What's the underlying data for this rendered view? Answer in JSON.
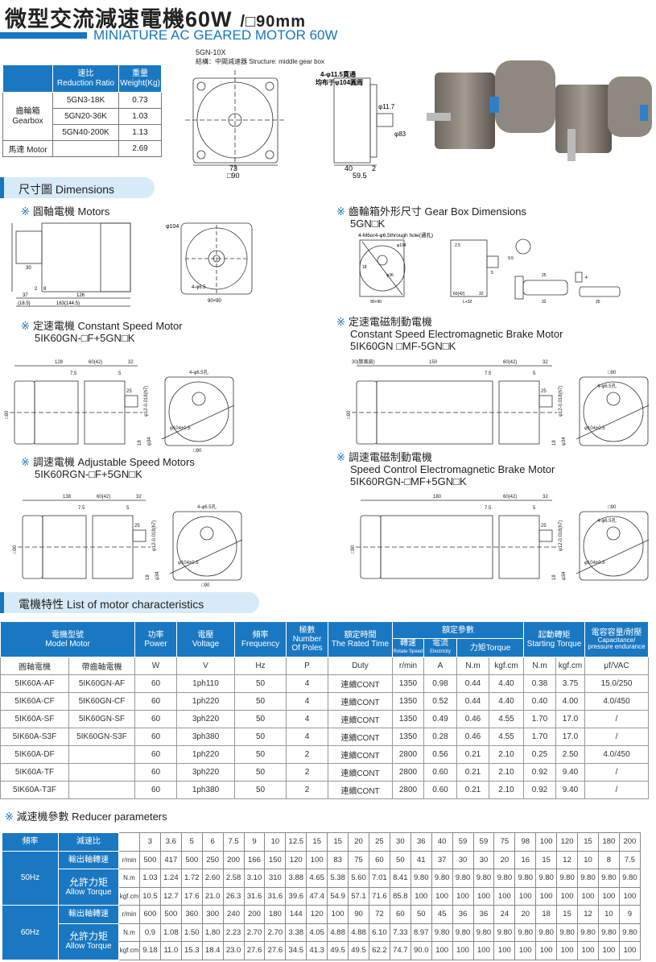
{
  "header": {
    "title": "微型交流減速電機60W",
    "size": "/□90mm",
    "subtitle": "MINIATURE AC GEARED MOTOR 60W"
  },
  "colors": {
    "brand": "#1676c0",
    "table_header": "#1a78c2",
    "section_bg": "#d6ebf7"
  },
  "ratio_table": {
    "headers": [
      {
        "zh": "速比",
        "en": "Reduction Ratio"
      },
      {
        "zh": "重量",
        "en": "Weight(Kg)"
      }
    ],
    "gearbox_label": {
      "zh": "齒輪箱",
      "en": "Gearbox"
    },
    "gearbox_rows": [
      {
        "model": "5GN3-18K",
        "weight": "0.73"
      },
      {
        "model": "5GN20-36K",
        "weight": "1.03"
      },
      {
        "model": "5GN40-200K",
        "weight": "1.13"
      }
    ],
    "motor_label": "馬達 Motor",
    "motor_weight": "2.69"
  },
  "top_drawing": {
    "model": "5GN-10X",
    "structure": "結構：中間減速器 Structure: middle gear box",
    "hole_note_1": "4-φ11.5貫通",
    "hole_note_2": "均布于φ104圓周",
    "dim_73": "73",
    "dim_sq90": "□90",
    "dim_11_7": "φ11.7",
    "dim_83": "φ83",
    "dim_40": "40",
    "dim_2": "2",
    "dim_59_5": "59.5"
  },
  "sections": {
    "dimensions": "尺寸圖 Dimensions",
    "characteristics": "電機特性  List of motor characteristics"
  },
  "drawings": {
    "motors": {
      "title": "圓軸電機 Motors",
      "dims": [
        "37",
        "126",
        "(18.5)",
        "163(144.5)",
        "30",
        "2",
        "8",
        "φ104",
        "4-φ6.5",
        "90×90"
      ]
    },
    "gearbox": {
      "title": "齒輪箱外形尺寸 Gear Box Dimensions",
      "model": "5GN□K",
      "dims": [
        "4-M6or4-φ6.5through hole(通孔)",
        "φ104",
        "φ36",
        "18",
        "2.5",
        "5",
        "60(42)",
        "32",
        "L+32",
        "90×90",
        "9.5",
        "25",
        "32",
        "25",
        "4"
      ]
    },
    "constant": {
      "title": "定速電機 Constant Speed Motor",
      "model": "5IK60GN-□F+5GN□K",
      "dims": [
        "128",
        "60(42)",
        "32",
        "7.5",
        "5",
        "25",
        "φ12-0.018(h7)",
        "18",
        "φ34",
        "□90",
        "4-φ6.5孔",
        "φ104±0.5",
        "□90"
      ]
    },
    "constant_brake": {
      "title": "定速電磁制動電機",
      "title_en": "Constant Speed Electromagnetic Brake Motor",
      "model": "5IK60GN □MF-5GN□K",
      "dims": [
        "30(散風扇)",
        "150",
        "60(42)",
        "32",
        "7.5",
        "5",
        "25",
        "φ12-0.018(h7)",
        "18",
        "φ34",
        "□90",
        "□90",
        "4-φ6.5孔",
        "φ104±0.5"
      ]
    },
    "adjustable": {
      "title": "調速電機 Adjustable Speed Motors",
      "model": "5IK60RGN-□F+5GN□K",
      "dims": [
        "138",
        "60(42)",
        "32",
        "7.5",
        "5",
        "25",
        "φ12-0.018(h7)",
        "18",
        "φ34",
        "□90",
        "4-φ6.5孔",
        "φ104±0.5",
        "□90"
      ]
    },
    "speed_brake": {
      "title": "調速電磁制動電機",
      "title_en": "Speed Control Electromagnetic Brake Motor",
      "model": "5IK60RGN-□MF+5GN□K",
      "dims": [
        "180",
        "60(42)",
        "32",
        "7.5",
        "5",
        "25",
        "φ12-0.018(h7)",
        "18",
        "φ34",
        "□90",
        "□90",
        "4-φ6.5孔",
        "φ104±0.5"
      ]
    }
  },
  "mark": "※",
  "char_table": {
    "h": {
      "model_zh": "電機型號",
      "model_en": "Model Motor",
      "power_zh": "功率",
      "power_en": "Power",
      "volt_zh": "電壓",
      "volt_en": "Voltage",
      "freq_zh": "頻率",
      "freq_en": "Frequency",
      "poles_zh": "極數",
      "poles_en1": "Number",
      "poles_en2": "Of Poles",
      "time_zh": "額定時間",
      "time_en": "The Rated Time",
      "rated": "額定參數",
      "speed_zh": "轉速",
      "speed_en": "Rotate Speed",
      "cur_zh": "電流",
      "cur_en": "Electricity",
      "torque": "力矩Torque",
      "start_zh": "起動轉矩",
      "start_en": "Starting Torque",
      "cap_zh": "電容容量/耐壓",
      "cap_en": "Capacitance/ pressure endurance"
    },
    "units": [
      "圓軸電機",
      "帶齒軸電機",
      "W",
      "V",
      "Hz",
      "P",
      "Duty",
      "r/min",
      "A",
      "N.m",
      "kgf.cm",
      "N.m",
      "kgf.cm",
      "μf/VAC"
    ],
    "rows": [
      [
        "5IK60A-AF",
        "5IK60GN-AF",
        "60",
        "1ph110",
        "50",
        "4",
        "連續CONT",
        "1350",
        "0.98",
        "0.44",
        "4.40",
        "0.38",
        "3.75",
        "15.0/250"
      ],
      [
        "5IK60A-CF",
        "5IK60GN-CF",
        "60",
        "1ph220",
        "50",
        "4",
        "連續CONT",
        "1350",
        "0.52",
        "0.44",
        "4.40",
        "0.40",
        "4.00",
        "4.0/450"
      ],
      [
        "5IK60A-SF",
        "5IK60GN-SF",
        "60",
        "3ph220",
        "50",
        "4",
        "連續CONT",
        "1350",
        "0.49",
        "0.46",
        "4.55",
        "1.70",
        "17.0",
        "/"
      ],
      [
        "5IK60A-S3F",
        "5IK60GN-S3F",
        "60",
        "3ph380",
        "50",
        "4",
        "連續CONT",
        "1350",
        "0.28",
        "0.46",
        "4.55",
        "1.70",
        "17.0",
        "/"
      ],
      [
        "5IK60A-DF",
        "",
        "60",
        "1ph220",
        "50",
        "2",
        "連續CONT",
        "2800",
        "0.56",
        "0.21",
        "2.10",
        "0.25",
        "2.50",
        "4.0/450"
      ],
      [
        "5IK60A-TF",
        "",
        "60",
        "3ph220",
        "50",
        "2",
        "連續CONT",
        "2800",
        "0.60",
        "0.21",
        "2.10",
        "0.92",
        "9.40",
        "/"
      ],
      [
        "5IK60A-T3F",
        "",
        "60",
        "1ph380",
        "50",
        "2",
        "連續CONT",
        "2800",
        "0.60",
        "0.21",
        "2.10",
        "0.92",
        "9.40",
        "/"
      ]
    ]
  },
  "reducer": {
    "title": "減速機參數 Reducer parameters",
    "freq_label": "頻率",
    "ratio_label": "減速比",
    "speed_label": "輸出軸轉速",
    "torque_zh": "允許力矩",
    "torque_en": "Allow Torque",
    "units": [
      "r/min",
      "N.m",
      "kgf.cm"
    ],
    "ratios": [
      "3",
      "3.6",
      "5",
      "6",
      "7.5",
      "9",
      "10",
      "12.5",
      "15",
      "15",
      "20",
      "25",
      "30",
      "36",
      "40",
      "59",
      "59",
      "75",
      "98",
      "100",
      "120",
      "15",
      "180",
      "200"
    ],
    "groups": [
      {
        "freq": "50Hz",
        "speed": [
          "500",
          "417",
          "500",
          "250",
          "200",
          "166",
          "150",
          "120",
          "100",
          "83",
          "75",
          "60",
          "50",
          "41",
          "37",
          "30",
          "30",
          "20",
          "16",
          "15",
          "12",
          "10",
          "8",
          "7.5"
        ],
        "nm": [
          "1.03",
          "1.24",
          "1.72",
          "2.60",
          "2.58",
          "3.10",
          "310",
          "3.88",
          "4.65",
          "5.38",
          "5.60",
          "7.01",
          "8.41",
          "9.80",
          "9.80",
          "9.80",
          "9.80",
          "9.80",
          "9.80",
          "9.80",
          "9.80",
          "9.80",
          "9.80",
          "9.80"
        ],
        "kgf": [
          "10.5",
          "12.7",
          "17.6",
          "21.0",
          "26.3",
          "31.6",
          "31.6",
          "39.6",
          "47.4",
          "54.9",
          "57.1",
          "71.6",
          "85.8",
          "100",
          "100",
          "100",
          "100",
          "100",
          "100",
          "100",
          "100",
          "100",
          "100",
          "100"
        ]
      },
      {
        "freq": "60Hz",
        "speed": [
          "600",
          "500",
          "360",
          "300",
          "240",
          "200",
          "180",
          "144",
          "120",
          "100",
          "90",
          "72",
          "60",
          "50",
          "45",
          "36",
          "36",
          "24",
          "20",
          "18",
          "15",
          "12",
          "10",
          "9"
        ],
        "nm": [
          "0.9",
          "1.08",
          "1.50",
          "1.80",
          "2.23",
          "2.70",
          "2.70",
          "3.38",
          "4.05",
          "4.88",
          "4.88",
          "6.10",
          "7.33",
          "8.97",
          "9.80",
          "9.80",
          "9.80",
          "9.80",
          "9.80",
          "9.80",
          "9.80",
          "9.80",
          "9.80",
          "9.80"
        ],
        "kgf": [
          "9.18",
          "11.0",
          "15.3",
          "18.4",
          "23.0",
          "27.6",
          "27.6",
          "34.5",
          "41.3",
          "49.5",
          "49.5",
          "62.2",
          "74.7",
          "90.0",
          "100",
          "100",
          "100",
          "100",
          "100",
          "100",
          "100",
          "100",
          "100",
          "100"
        ]
      }
    ]
  }
}
